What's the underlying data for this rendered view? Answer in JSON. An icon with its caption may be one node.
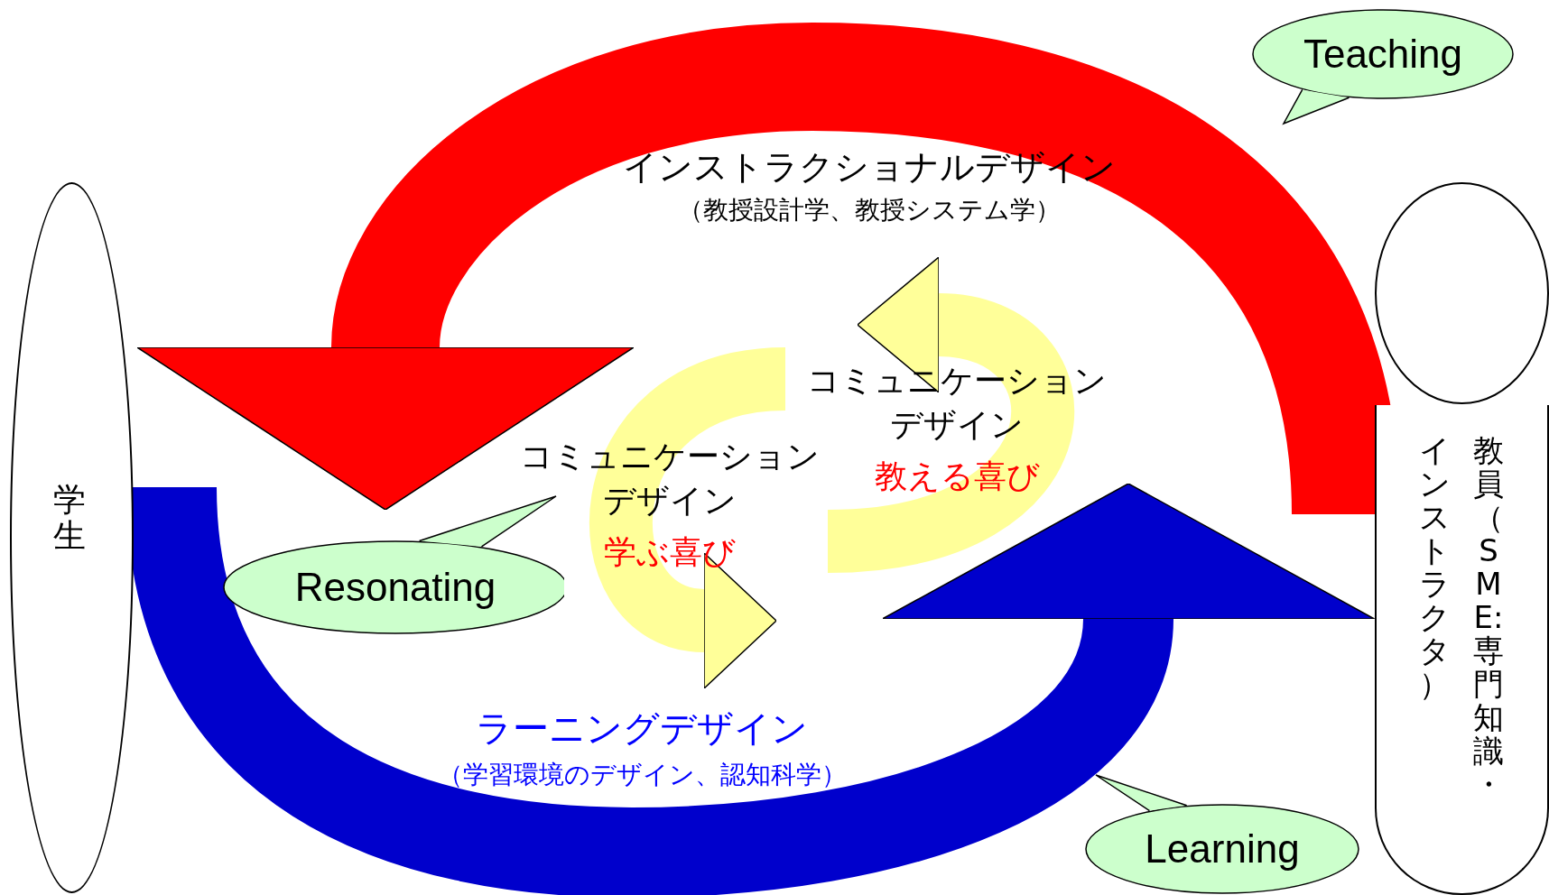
{
  "diagram": {
    "nodes": [
      {
        "text": [
          "学生"
        ]
      },
      {
        "text": [],
        "shape": "circle"
      },
      {
        "text": [
          "教員（SME:専門知識・インストラクタ）"
        ]
      },
      {
        "text": [
          "Teaching"
        ]
      },
      {
        "text": [
          "Resonating"
        ]
      },
      {
        "text": [
          "Learning"
        ]
      },
      {
        "text": [
          "コミュニケーションデザイン",
          "学ぶ喜び"
        ]
      },
      {
        "text": [
          "コミュニケーションデザイン",
          "教える喜び"
        ]
      }
    ],
    "edges": [
      {
        "from": 2,
        "to": 0,
        "arrow": "to",
        "color": "#ff0000"
      },
      {
        "from": 0,
        "to": 2,
        "arrow": "to",
        "color": "#0000cc"
      },
      {
        "from": 7,
        "to": 6,
        "arrow": "to",
        "color": "#ffff99"
      },
      {
        "from": 6,
        "to": 7,
        "arrow": "to",
        "color": "#ffff99"
      }
    ],
    "labels": [
      "インストラクショナルデザイン",
      "（教授設計学、教授システム学）",
      "ラーニングデザイン",
      "（学習環境のデザイン、認知科学）"
    ]
  }
}
